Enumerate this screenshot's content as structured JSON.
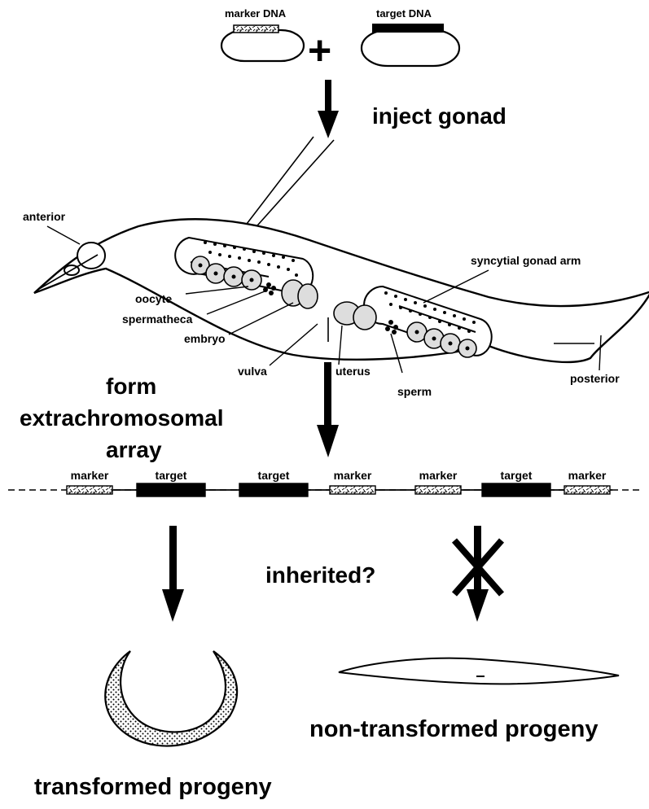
{
  "plasmids": {
    "marker_label": "marker DNA",
    "target_label": "target DNA",
    "plus_sign": "+"
  },
  "steps": {
    "inject": "inject gonad",
    "form_line1": "form",
    "form_line2": "extrachromosomal",
    "form_line3": "array",
    "inherited": "inherited?"
  },
  "worm_labels": {
    "anterior": "anterior",
    "oocyte": "oocyte",
    "spermatheca": "spermatheca",
    "embryo": "embryo",
    "vulva": "vulva",
    "uterus": "uterus",
    "sperm": "sperm",
    "gonad_arm": "syncytial gonad arm",
    "posterior": "posterior"
  },
  "array_segments": [
    {
      "type": "marker",
      "label": "marker"
    },
    {
      "type": "target",
      "label": "target"
    },
    {
      "type": "target",
      "label": "target"
    },
    {
      "type": "marker",
      "label": "marker"
    },
    {
      "type": "marker",
      "label": "marker"
    },
    {
      "type": "target",
      "label": "target"
    },
    {
      "type": "marker",
      "label": "marker"
    }
  ],
  "outcomes": {
    "transformed": "transformed progeny",
    "non_transformed": "non-transformed progeny"
  }
}
